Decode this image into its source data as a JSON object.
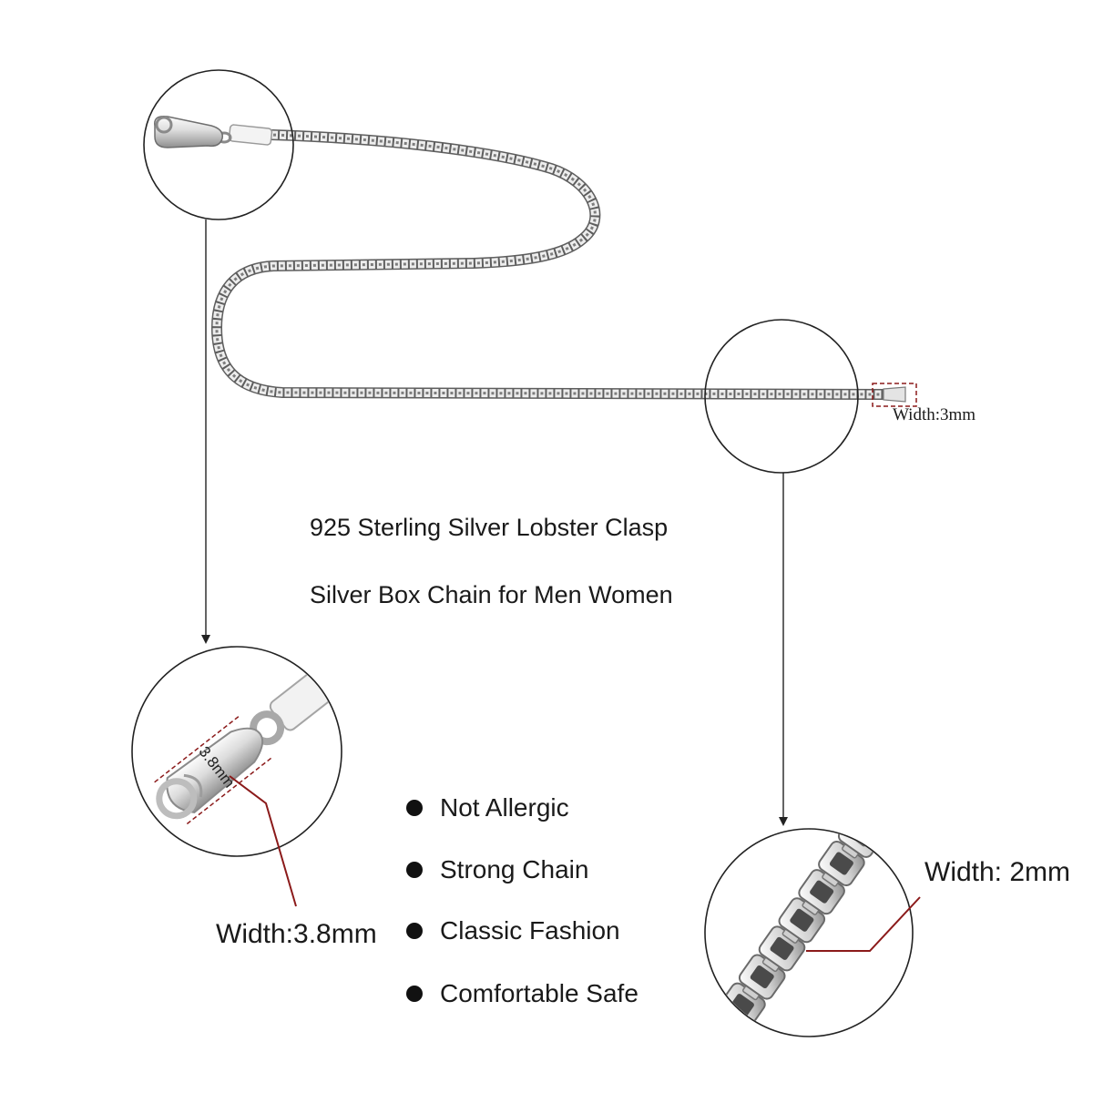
{
  "headline": {
    "line1": "925 Sterling Silver Lobster Clasp",
    "line2": "Silver Box Chain for Men Women"
  },
  "features": [
    "Not Allergic",
    "Strong Chain",
    "Classic Fashion",
    "Comfortable Safe"
  ],
  "callouts": {
    "chain_end_width": "Width:3mm",
    "clasp_dimension": "3.8mm",
    "clasp_width": "Width:3.8mm",
    "link_width": "Width: 2mm"
  },
  "icons": {
    "feature_bullet": "bullet-dot-icon",
    "connector_arrow": "arrow-down-icon"
  },
  "colors": {
    "accent": "#8b1a1a",
    "outline": "#222222",
    "text": "#1a1a1a",
    "silver": "#d9d9d9"
  }
}
